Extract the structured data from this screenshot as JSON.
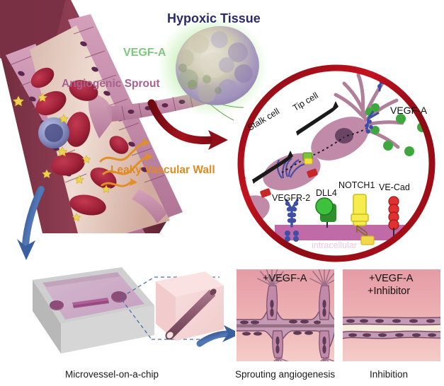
{
  "figure": {
    "title_labels": {
      "hypoxic_tissue": "Hypoxic Tissue",
      "vegfa_top": "VEGF-A",
      "angiogenic_sprout": "Angiogenic Sprout",
      "leaky_wall": "Leaky Vascular Wall"
    },
    "colors": {
      "hypoxic_tissue": "#2c2a6b",
      "vegfa_top": "#7ec87e",
      "angiogenic_sprout": "#a8608f",
      "leaky_wall": "#e08a22",
      "vessel_wall_dark": "#7d2f43",
      "vessel_wall_mid": "#c08098",
      "vessel_lumen": "#e6cfc4",
      "rbc": "#a8253f",
      "leukocyte": "#5a5f9e",
      "platelet": "#e8d25a",
      "circle_border": "#9b0c17",
      "arrow_red": "#8f1018",
      "arrow_blue": "#3a5f9e",
      "glow_green": "#6fce5a",
      "cell_body": "#c08aa8",
      "cell_nucleus": "#6b4565",
      "vegfr2": "#3f4fa8",
      "dll4": "#3aa83a",
      "notch1": "#f2e23a",
      "vecad": "#d62828",
      "membrane": "#c06aa8",
      "panel_bg_top": "#e8a0a8",
      "panel_bg_bot": "#f2c8c8",
      "chip_gel": "#c8a8c0",
      "chip_frame": "#cfcfcf"
    }
  },
  "inset_circle": {
    "labels": {
      "stalk_cell": "Stalk cell",
      "tip_cell": "Tip cell",
      "vegfa": "VEGF-A",
      "intracellular": "intracellular"
    },
    "legend": [
      {
        "name": "VEGFR-2",
        "icon": "y-receptor-icon",
        "color": "#3f4fa8"
      },
      {
        "name": "DLL4",
        "icon": "lollipop-ligand-icon",
        "color": "#3aa83a"
      },
      {
        "name": "NOTCH1",
        "icon": "rod-receptor-icon",
        "color": "#f2e23a"
      },
      {
        "name": "VE-Cad",
        "icon": "bead-chain-icon",
        "color": "#d62828"
      }
    ]
  },
  "bottom": {
    "chip_caption": "Microvessel-on-a-chip",
    "panels": [
      {
        "condition_lines": [
          "+VEGF-A"
        ],
        "caption": "Sprouting angiogenesis",
        "sprouts": true
      },
      {
        "condition_lines": [
          "+VEGF-A",
          "+Inhibitor"
        ],
        "caption": "Inhibition",
        "sprouts": false
      }
    ]
  }
}
